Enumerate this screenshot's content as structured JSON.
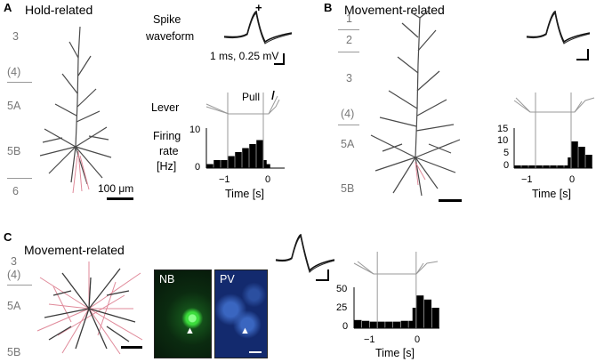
{
  "panelA": {
    "letter": "A",
    "title": "Hold-related",
    "layers": [
      "3",
      "(4)",
      "5A",
      "5B",
      "6"
    ],
    "scale_bar": "100 μm",
    "spike_label_1": "Spike",
    "spike_label_2": "waveform",
    "spike_scale": "1 ms, 0.25 mV",
    "spike_marker": "+",
    "lever": "Lever",
    "pull": "Pull",
    "firing_1": "Firing",
    "firing_2": "rate",
    "firing_3": "[Hz]",
    "y_max_tick": "10",
    "y_zero_tick": "0",
    "x_ticks": [
      "−1",
      "0"
    ],
    "xlabel": "Time [s]"
  },
  "panelB": {
    "letter": "B",
    "title": "Movement-related",
    "layers": [
      "1",
      "2",
      "3",
      "(4)",
      "5A",
      "5B"
    ],
    "y_ticks": [
      "15",
      "10",
      "5",
      "0"
    ],
    "x_ticks": [
      "−1",
      "0"
    ],
    "xlabel": "Time [s]"
  },
  "panelC": {
    "letter": "C",
    "title": "Movement-related",
    "layers": [
      "3",
      "(4)",
      "5A",
      "5B"
    ],
    "micro_labels": [
      "NB",
      "PV"
    ],
    "y_ticks": [
      "50",
      "25",
      "0"
    ],
    "x_ticks": [
      "−1",
      "0"
    ],
    "xlabel": "Time [s]"
  },
  "colors": {
    "dendrite": "#4a4a4a",
    "axon": "#e08a9a",
    "nb": "#3cdc3c",
    "pv": "#1e3a8a"
  },
  "chart_data": [
    {
      "type": "bar",
      "panel": "A",
      "title": "",
      "xlabel": "Time [s]",
      "ylabel": "Firing rate [Hz]",
      "xlim": [
        -1.6,
        0.6
      ],
      "ylim": [
        0,
        10
      ],
      "x": [
        -1.5,
        -1.3,
        -1.1,
        -0.9,
        -0.7,
        -0.5,
        -0.3,
        -0.1,
        0.0,
        0.1,
        0.3,
        0.5
      ],
      "values": [
        1,
        2,
        2,
        3,
        4,
        5,
        6,
        7,
        2,
        1,
        0,
        0
      ]
    },
    {
      "type": "bar",
      "panel": "B",
      "title": "",
      "xlabel": "Time [s]",
      "ylabel": "",
      "xlim": [
        -1.6,
        0.6
      ],
      "ylim": [
        0,
        15
      ],
      "x": [
        -1.5,
        -1.3,
        -1.1,
        -0.9,
        -0.7,
        -0.5,
        -0.3,
        -0.1,
        0.0,
        0.1,
        0.3,
        0.5
      ],
      "values": [
        1,
        1,
        1,
        1,
        1,
        1,
        1,
        1,
        4,
        10,
        8,
        5
      ]
    },
    {
      "type": "bar",
      "panel": "C",
      "title": "",
      "xlabel": "Time [s]",
      "ylabel": "",
      "xlim": [
        -1.6,
        0.6
      ],
      "ylim": [
        0,
        50
      ],
      "x": [
        -1.5,
        -1.3,
        -1.1,
        -0.9,
        -0.7,
        -0.5,
        -0.3,
        -0.1,
        0.0,
        0.1,
        0.3,
        0.5
      ],
      "values": [
        10,
        9,
        8,
        8,
        8,
        8,
        9,
        9,
        25,
        40,
        35,
        25
      ]
    }
  ]
}
